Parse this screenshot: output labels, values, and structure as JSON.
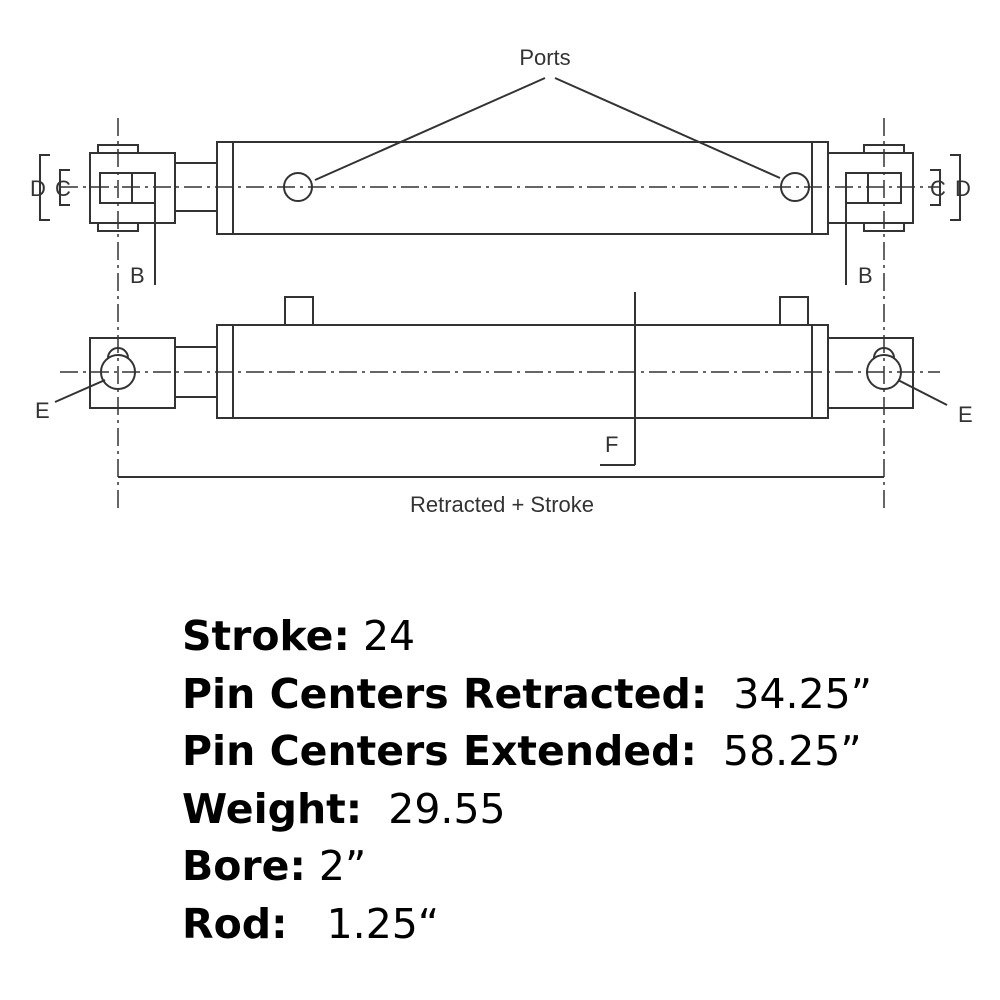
{
  "diagram": {
    "ports_label": "Ports",
    "dim_labels": {
      "b_left": "B",
      "b_right": "B",
      "c_left": "C",
      "c_right": "C",
      "d_left": "D",
      "d_right": "D",
      "e_left": "E",
      "e_right": "E",
      "f": "F"
    },
    "overall_label": "Retracted + Stroke"
  },
  "specs": [
    {
      "label": "Stroke:",
      "value": "24"
    },
    {
      "label": "Pin Centers Retracted:",
      "value": "34.25”"
    },
    {
      "label": "Pin Centers Extended:",
      "value": "58.25”"
    },
    {
      "label": "Weight:",
      "value": "29.55"
    },
    {
      "label": "Bore:",
      "value": "2”"
    },
    {
      "label": "Rod:",
      "value": "1.25“"
    }
  ]
}
